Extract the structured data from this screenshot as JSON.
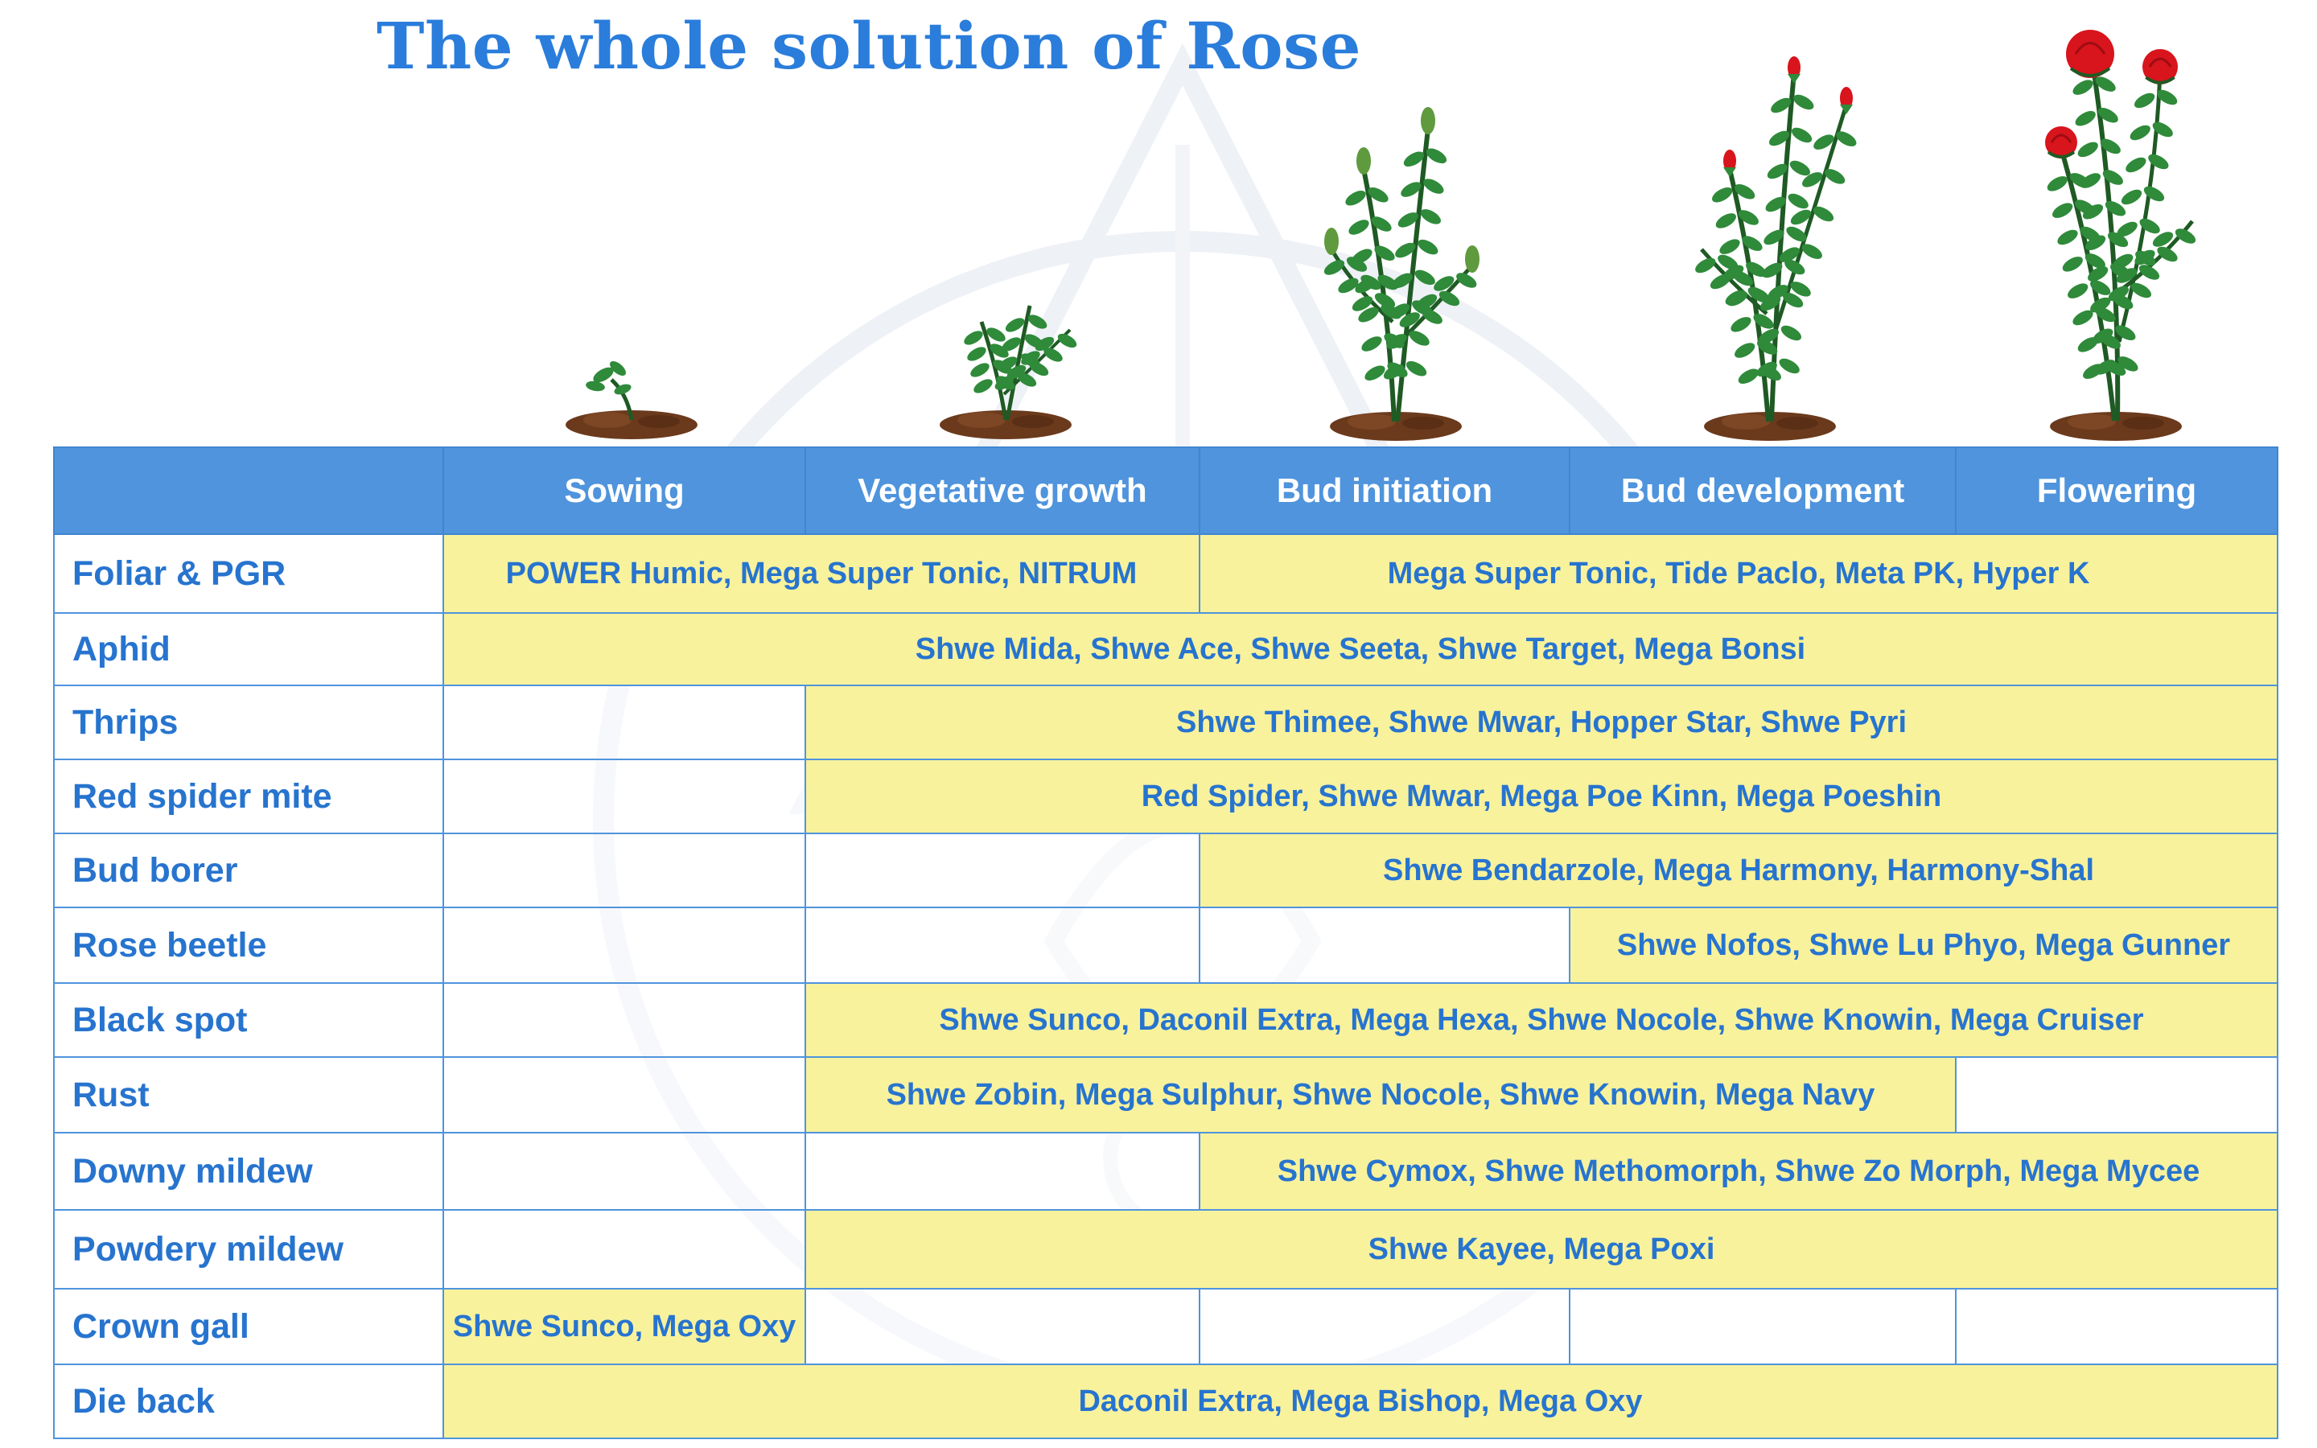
{
  "title": "The whole solution of Rose",
  "colors": {
    "title": "#2a7ddb",
    "header_bg": "#4f94dc",
    "header_text": "#ffffff",
    "cover_bg": "#f8f29d",
    "cell_text": "#2774cf",
    "plant_stem": "#1f5a24",
    "plant_leaf": "#2f8a3a",
    "rose": "#d8141c",
    "soil": "#6b3a1c"
  },
  "stages": [
    "Sowing",
    "Vegetative growth",
    "Bud initiation",
    "Bud development",
    "Flowering"
  ],
  "plant_icons": [
    "seedling-icon",
    "young-plant-icon",
    "budding-plant-icon",
    "bud-development-plant-icon",
    "flowering-rose-icon"
  ],
  "rows": [
    {
      "label": "Foliar & PGR",
      "spans": [
        {
          "stage_from": "Sowing",
          "stage_to": "Vegetative growth",
          "text": "POWER Humic, Mega Super Tonic, NITRUM"
        },
        {
          "stage_from": "Bud initiation",
          "stage_to": "Flowering",
          "text": "Mega Super Tonic, Tide Paclo, Meta PK, Hyper K"
        }
      ]
    },
    {
      "label": "Aphid",
      "spans": [
        {
          "stage_from": "Sowing",
          "stage_to": "Flowering",
          "text": "Shwe Mida, Shwe Ace, Shwe Seeta, Shwe Target, Mega Bonsi"
        }
      ]
    },
    {
      "label": "Thrips",
      "spans": [
        {
          "stage_from": "Vegetative growth",
          "stage_to": "Flowering",
          "text": "Shwe Thimee, Shwe Mwar, Hopper Star, Shwe Pyri"
        }
      ]
    },
    {
      "label": "Red spider mite",
      "spans": [
        {
          "stage_from": "Vegetative growth",
          "stage_to": "Flowering",
          "text": "Red Spider, Shwe Mwar, Mega Poe Kinn, Mega Poeshin"
        }
      ]
    },
    {
      "label": "Bud borer",
      "spans": [
        {
          "stage_from": "Bud initiation",
          "stage_to": "Flowering",
          "text": "Shwe Bendarzole, Mega Harmony, Harmony-Shal"
        }
      ]
    },
    {
      "label": "Rose beetle",
      "spans": [
        {
          "stage_from": "Bud development",
          "stage_to": "Flowering",
          "text": "Shwe Nofos, Shwe Lu Phyo, Mega Gunner"
        }
      ]
    },
    {
      "label": "Black spot",
      "spans": [
        {
          "stage_from": "Vegetative growth",
          "stage_to": "Flowering",
          "text": "Shwe Sunco, Daconil Extra, Mega Hexa, Shwe Nocole, Shwe Knowin,  Mega Cruiser"
        }
      ]
    },
    {
      "label": "Rust",
      "spans": [
        {
          "stage_from": "Vegetative growth",
          "stage_to": "Bud development",
          "text": "Shwe Zobin, Mega Sulphur, Shwe Nocole, Shwe Knowin, Mega Navy"
        }
      ]
    },
    {
      "label": "Downy mildew",
      "spans": [
        {
          "stage_from": "Bud initiation",
          "stage_to": "Flowering",
          "text": "Shwe Cymox, Shwe Methomorph, Shwe Zo Morph, Mega Mycee"
        }
      ]
    },
    {
      "label": "Powdery mildew",
      "spans": [
        {
          "stage_from": "Vegetative growth",
          "stage_to": "Flowering",
          "text": "Shwe Kayee, Mega Poxi"
        }
      ]
    },
    {
      "label": "Crown gall",
      "spans": [
        {
          "stage_from": "Sowing",
          "stage_to": "Sowing",
          "text": "Shwe Sunco, Mega Oxy"
        }
      ]
    },
    {
      "label": " Die back",
      "spans": [
        {
          "stage_from": "Sowing",
          "stage_to": "Flowering",
          "text": "Daconil Extra, Mega Bishop, Mega Oxy"
        }
      ]
    }
  ]
}
